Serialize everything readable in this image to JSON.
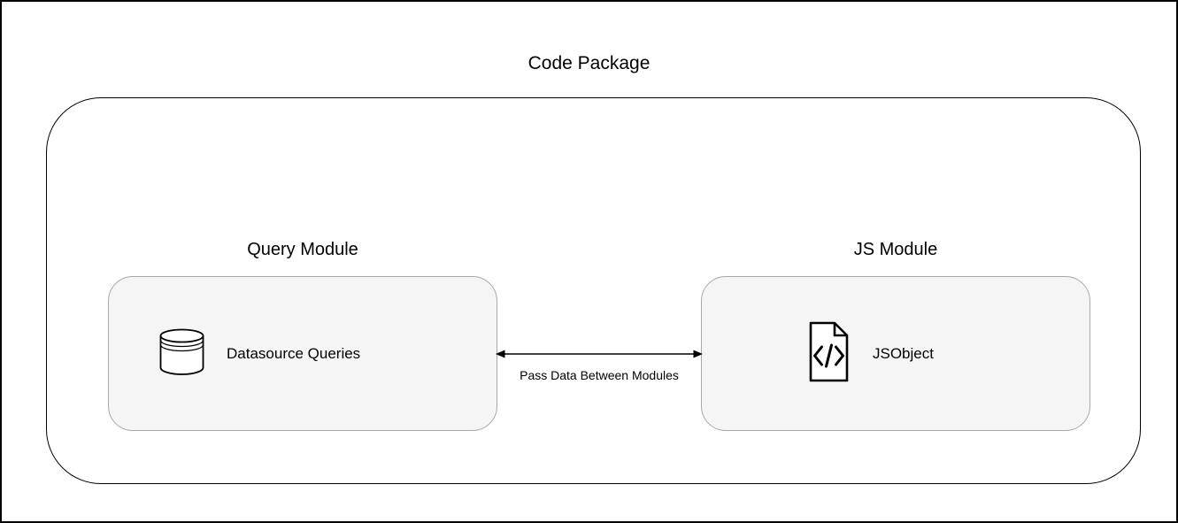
{
  "diagram": {
    "title": "Code Package",
    "left_module": {
      "label": "Query Module",
      "node_label": "Datasource Queries",
      "icon": "database-icon"
    },
    "right_module": {
      "label": "JS Module",
      "node_label": "JSObject",
      "icon": "code-file-icon"
    },
    "connection": {
      "label": "Pass Data Between Modules",
      "style": "bidirectional-arrow"
    },
    "colors": {
      "background": "#ffffff",
      "frame_border": "#000000",
      "container_border": "#000000",
      "node_fill": "#f5f5f5",
      "node_border": "#a8a8a8",
      "text": "#000000"
    }
  }
}
